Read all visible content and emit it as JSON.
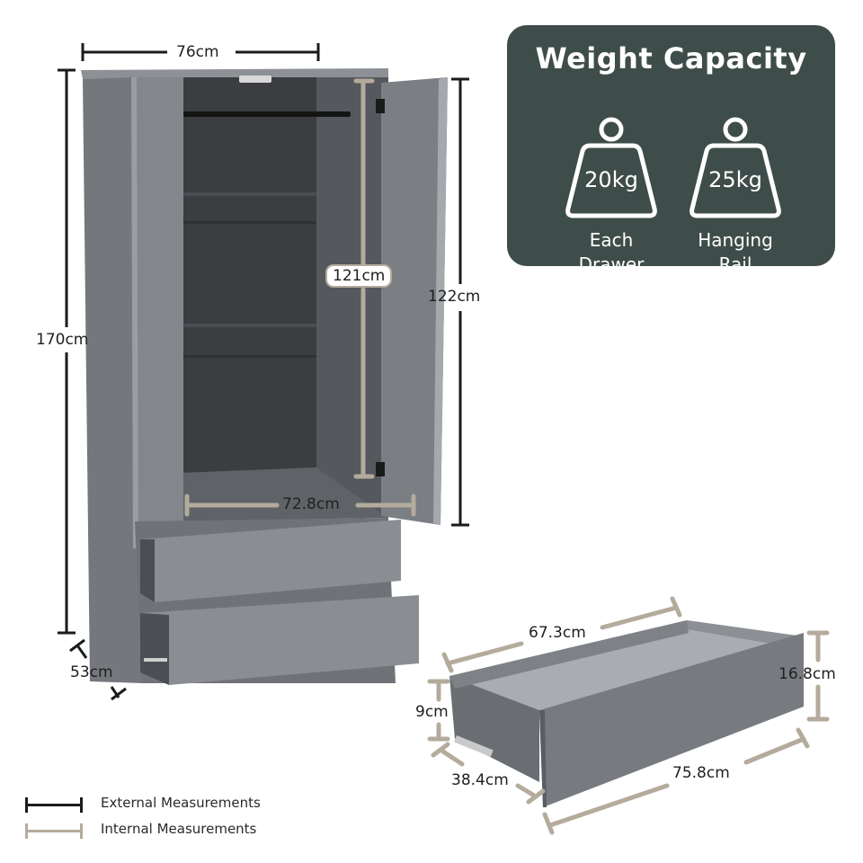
{
  "colors": {
    "external": "#1b1b1b",
    "internal": "#b4ab9c",
    "panel": "#3f4d4a",
    "furniture": "#6e7277"
  },
  "dimensions": {
    "width_top": "76cm",
    "height_total": "170cm",
    "depth": "53cm",
    "rail_height": "121cm",
    "door_height": "122cm",
    "inner_width": "72.8cm",
    "drawer_inner_length": "67.3cm",
    "drawer_inner_depth": "9cm",
    "drawer_depth": "38.4cm",
    "drawer_front_height": "16.8cm",
    "drawer_front_width": "75.8cm"
  },
  "capacity": {
    "title": "Weight Capacity",
    "items": [
      {
        "value": "20kg",
        "caption_line1": "Each",
        "caption_line2": "Drawer",
        "icon": "weight-icon"
      },
      {
        "value": "25kg",
        "caption_line1": "Hanging",
        "caption_line2": "Rail",
        "icon": "weight-icon"
      }
    ]
  },
  "legend": {
    "external": "External Measurements",
    "internal": "Internal Measurements"
  }
}
